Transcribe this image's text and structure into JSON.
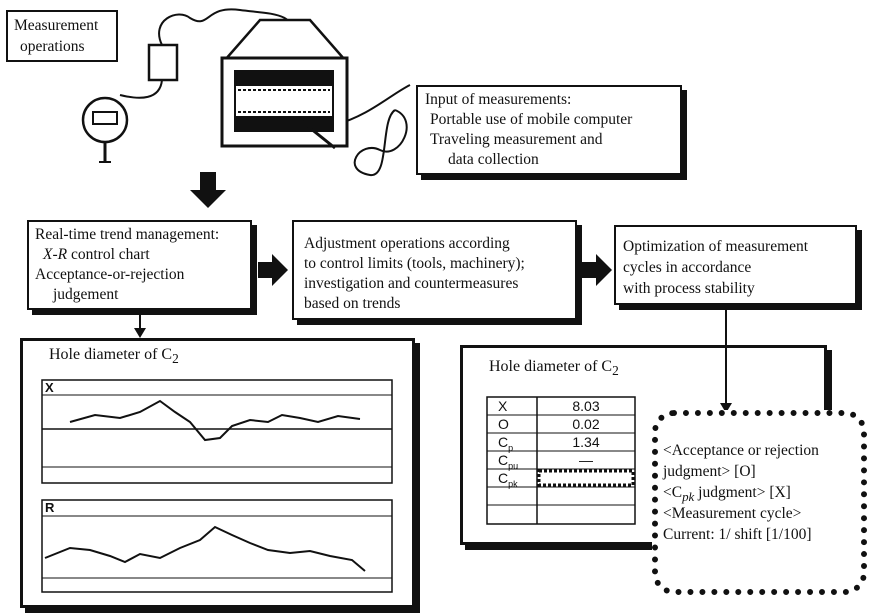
{
  "measurement_box": {
    "line1": "Measurement",
    "line2": "operations"
  },
  "input_box": {
    "title": "Input of measurements:",
    "line1": "Portable use of mobile computer",
    "line2": "Traveling measurement and",
    "line3": "data collection"
  },
  "trend_box": {
    "line1": "Real-time trend management:",
    "line2_italic": "X-R",
    "line2_rest": " control chart",
    "line3": "Acceptance-or-rejection",
    "line4": "judgement"
  },
  "adjust_box": {
    "line1": "Adjustment operations according",
    "line2": "to control limits (tools, machinery);",
    "line3": "investigation and countermeasures",
    "line4": "based on trends"
  },
  "optimize_box": {
    "line1": "Optimization of measurement",
    "line2": "cycles in accordance",
    "line3": "with process stability"
  },
  "left_panel": {
    "title": "Hole diameter of C",
    "title_sub": "2",
    "chart1_label": "X",
    "chart2_label": "R"
  },
  "right_panel": {
    "title": "Hole diameter of C",
    "title_sub": "2",
    "rows": [
      {
        "label": "X",
        "label_sub": "",
        "value": "8.03"
      },
      {
        "label": "O",
        "label_sub": "",
        "value": "0.02"
      },
      {
        "label": "C",
        "label_sub": "p",
        "value": "1.34"
      },
      {
        "label": "C",
        "label_sub": "pu",
        "value": "—"
      },
      {
        "label": "C",
        "label_sub": "pk",
        "value": ""
      },
      {
        "label": "",
        "label_sub": "",
        "value": ""
      },
      {
        "label": "",
        "label_sub": "",
        "value": ""
      }
    ]
  },
  "judgment_box": {
    "line1": "<Acceptance or rejection",
    "line2": "judgment>   [O]",
    "line3_pre": "<C",
    "line3_sub": "pk",
    "line3_post": " judgment> [X]",
    "line4": "<Measurement cycle>",
    "line5": "Current: 1/ shift [1/100]"
  }
}
